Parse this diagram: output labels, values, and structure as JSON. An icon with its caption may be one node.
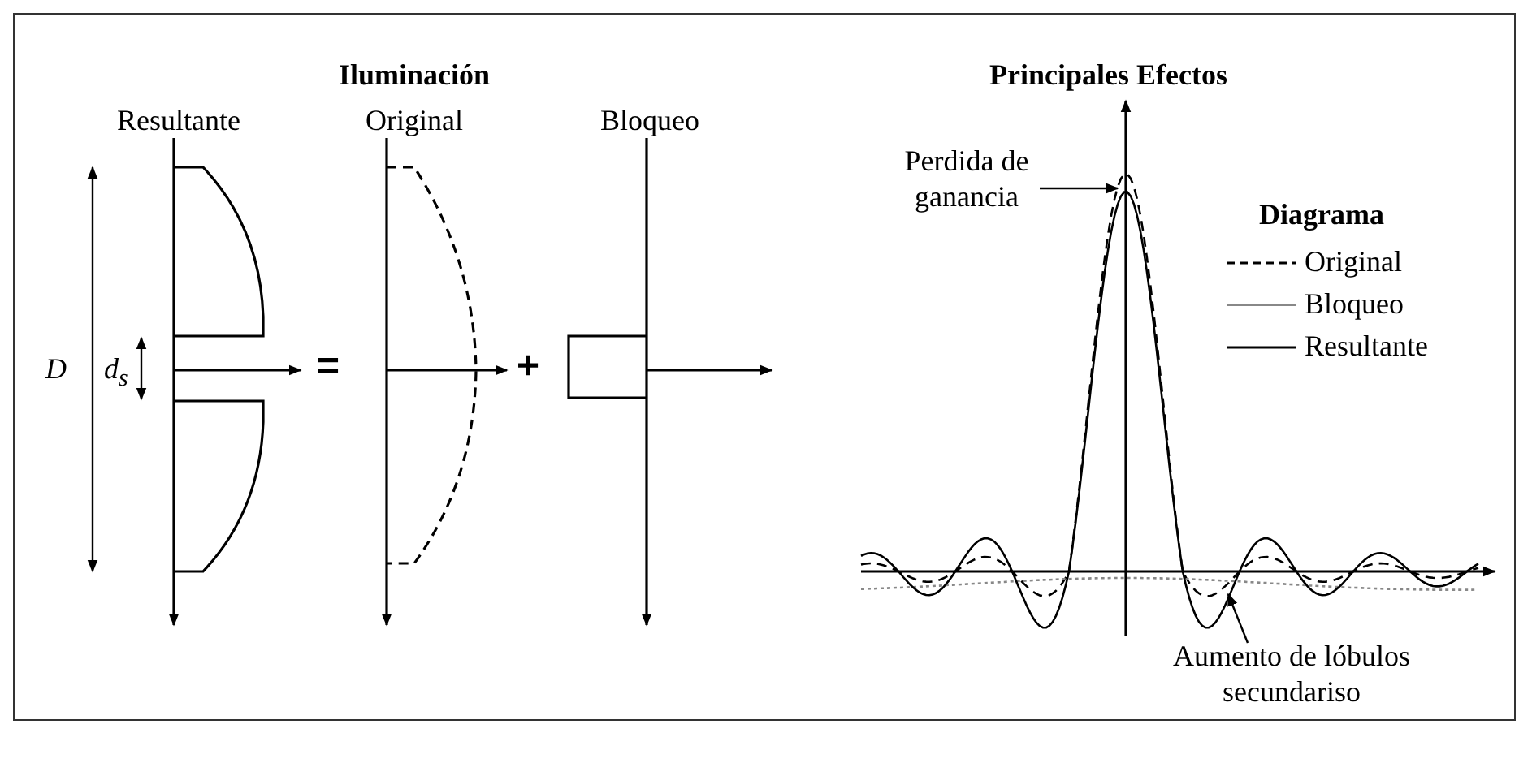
{
  "diagram": {
    "nodes": [
      {
        "text": [
          "Perdida de ganancia"
        ]
      },
      {
        "text": [
          "Aumento de lóbulos secundariso"
        ]
      }
    ],
    "edges": [
      {
        "from": 0,
        "to": null,
        "arrow": "to"
      },
      {
        "from": 1,
        "to": null,
        "arrow": "to"
      }
    ],
    "labels": [
      "Iluminación",
      "Principales Efectos",
      "Resultante",
      "Original",
      "Bloqueo",
      "Diagrama",
      "D",
      "d$_{s}$",
      "=",
      "+"
    ],
    "legend": [
      {
        "text": "Original"
      },
      {
        "text": "Bloqueo"
      },
      {
        "text": "Resultante"
      }
    ]
  }
}
